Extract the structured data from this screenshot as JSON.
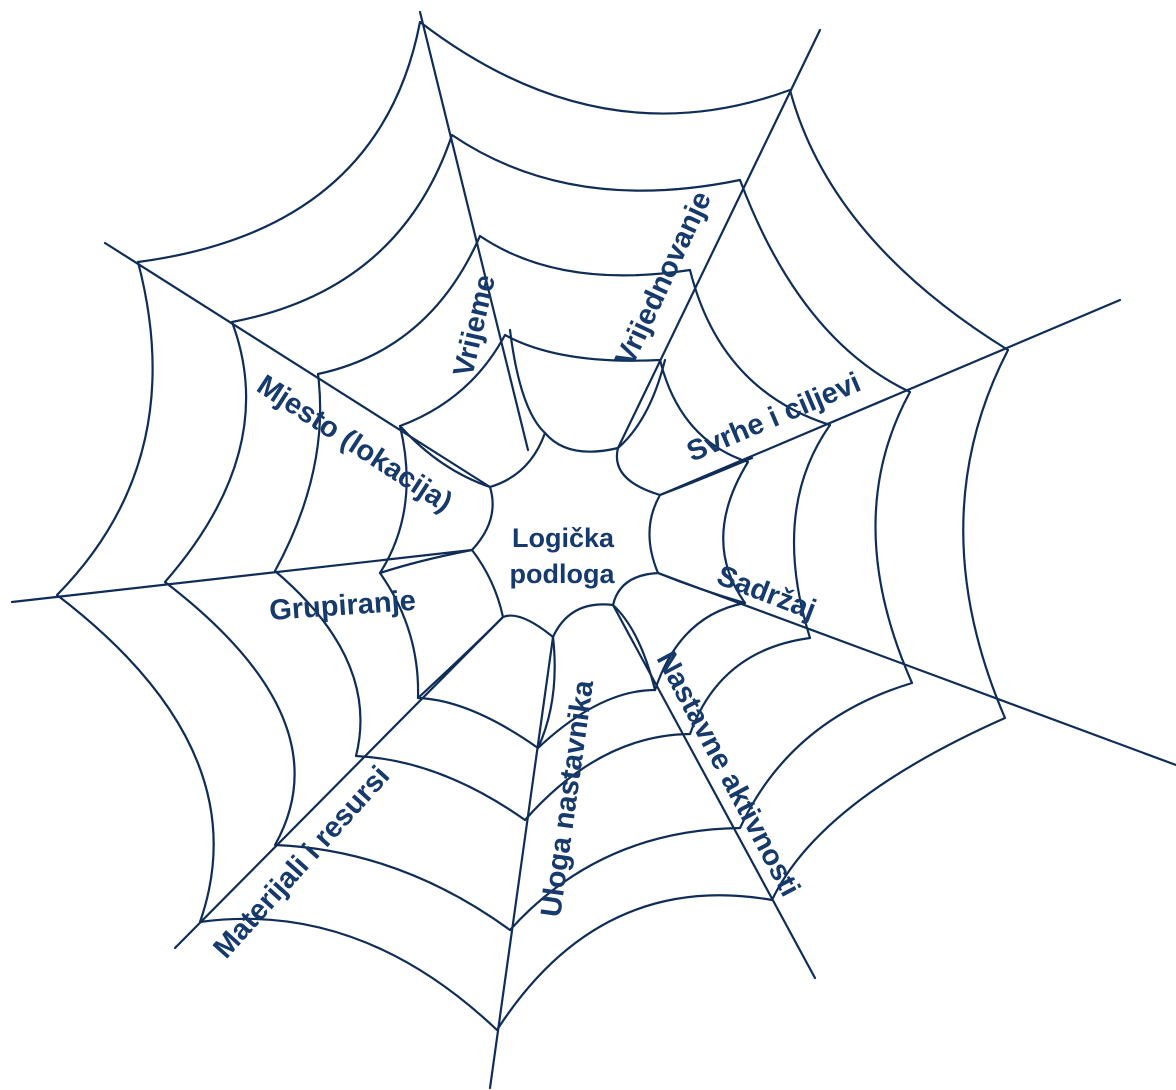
{
  "center": {
    "line1": "Logička",
    "line2": "podloga"
  },
  "strands": [
    {
      "label": "Vrijeme"
    },
    {
      "label": "Vrijednovanje"
    },
    {
      "label": "Svrhe i ciljevi"
    },
    {
      "label": "Sadržaj"
    },
    {
      "label": "Nastavne aktivnosti"
    },
    {
      "label": "Uloga nastavnika"
    },
    {
      "label": "Materijali i resursi"
    },
    {
      "label": "Grupiranje"
    },
    {
      "label": "Mjesto (lokacija)"
    }
  ],
  "colors": {
    "line": "#0f2d57",
    "text": "#163a6b",
    "background": "#ffffff"
  }
}
